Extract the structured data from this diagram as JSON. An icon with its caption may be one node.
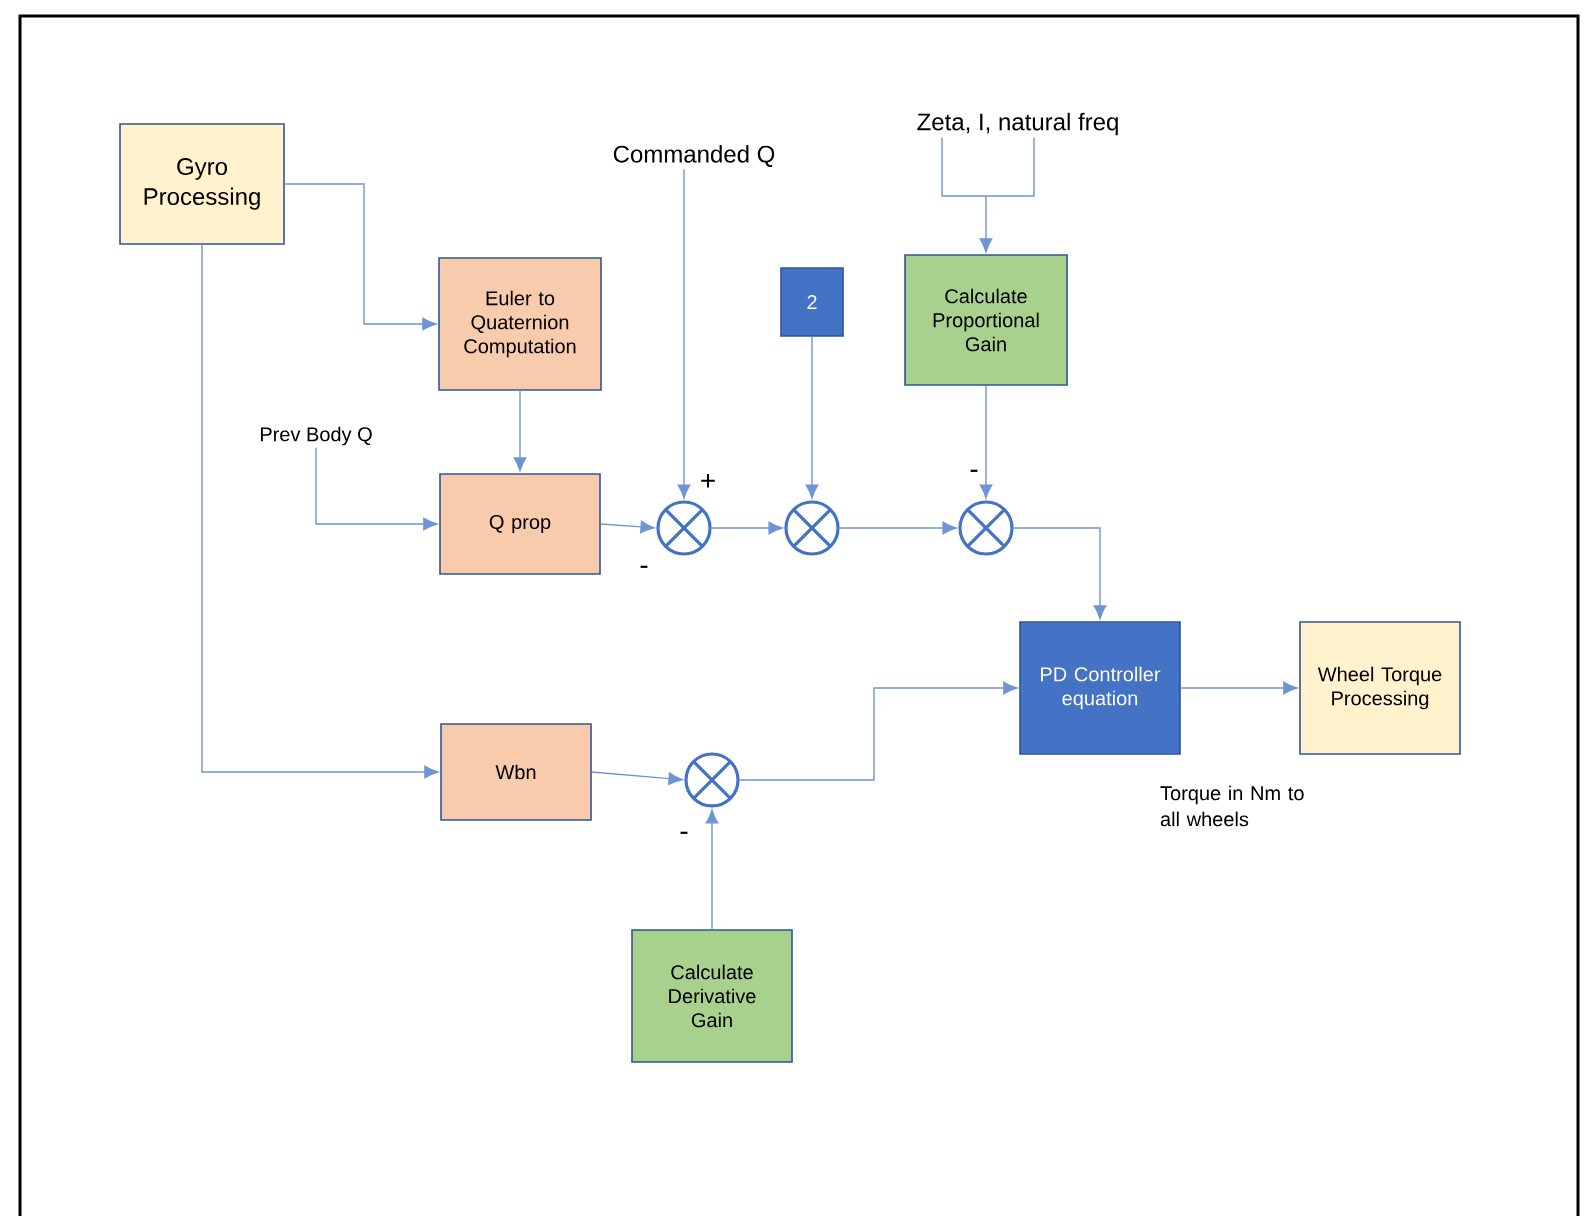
{
  "diagram": {
    "nodes": [
      {
        "text": [
          "Gyro Processing"
        ]
      },
      {
        "text": [
          "Euler to Quaternion Computation"
        ]
      },
      {
        "text": [
          "Commanded Q"
        ]
      },
      {
        "text": [
          "Prev Body Q"
        ]
      },
      {
        "text": [
          "Q prop"
        ]
      },
      {
        "text": [],
        "shape": "circle"
      },
      {
        "text": [
          "2"
        ]
      },
      {
        "text": [],
        "shape": "circle"
      },
      {
        "text": [
          "Zeta, I, natural freq"
        ]
      },
      {
        "text": [
          "Calculate Proportional Gain"
        ]
      },
      {
        "text": [],
        "shape": "circle"
      },
      {
        "text": [
          "PD Controller equation"
        ]
      },
      {
        "text": [
          "Wheel Torque Processing"
        ]
      },
      {
        "text": [
          "Wbn"
        ]
      },
      {
        "text": [],
        "shape": "circle"
      },
      {
        "text": [
          "Calculate Derivative Gain"
        ]
      }
    ],
    "edges": [
      {
        "from": 0,
        "to": 1,
        "arrow": "to"
      },
      {
        "from": 0,
        "to": 13,
        "arrow": "to"
      },
      {
        "from": 1,
        "to": 4,
        "arrow": "to"
      },
      {
        "from": 2,
        "to": 5,
        "arrow": "to"
      },
      {
        "from": 3,
        "to": 4,
        "arrow": "to"
      },
      {
        "from": 4,
        "to": 5,
        "arrow": "to"
      },
      {
        "from": 6,
        "to": 7,
        "arrow": "to"
      },
      {
        "from": 5,
        "to": 7,
        "arrow": "to"
      },
      {
        "from": 8,
        "to": 9,
        "arrow": "to"
      },
      {
        "from": 9,
        "to": 10,
        "arrow": "to"
      },
      {
        "from": 7,
        "to": 10,
        "arrow": "to"
      },
      {
        "from": 10,
        "to": 11,
        "arrow": "to"
      },
      {
        "from": 13,
        "to": 14,
        "arrow": "to"
      },
      {
        "from": 15,
        "to": 14,
        "arrow": "to"
      },
      {
        "from": 14,
        "to": 11,
        "arrow": "to"
      },
      {
        "from": 11,
        "to": 12,
        "arrow": "to"
      }
    ],
    "labels": [
      "-",
      "+",
      "-",
      "Torque in Nm to all wheels",
      "-"
    ]
  }
}
